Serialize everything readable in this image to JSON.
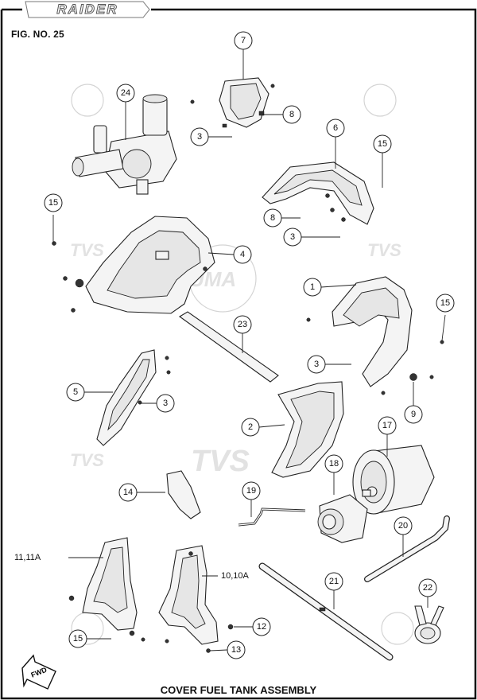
{
  "header": {
    "brand": "RAIDER",
    "figure": "FIG. NO. 25"
  },
  "footer": {
    "title": "COVER FUEL TANK ASSEMBLY",
    "direction": "FWD"
  },
  "watermarks": [
    "TVS",
    "UMA"
  ],
  "callouts": [
    {
      "id": "c7",
      "label": "7"
    },
    {
      "id": "c24",
      "label": "24"
    },
    {
      "id": "c8a",
      "label": "8"
    },
    {
      "id": "c3a",
      "label": "3"
    },
    {
      "id": "c6",
      "label": "6"
    },
    {
      "id": "c15a",
      "label": "15"
    },
    {
      "id": "c15b",
      "label": "15"
    },
    {
      "id": "c8b",
      "label": "8"
    },
    {
      "id": "c3b",
      "label": "3"
    },
    {
      "id": "c4",
      "label": "4"
    },
    {
      "id": "c1",
      "label": "1"
    },
    {
      "id": "c15c",
      "label": "15"
    },
    {
      "id": "c23",
      "label": "23"
    },
    {
      "id": "c3c",
      "label": "3"
    },
    {
      "id": "c5",
      "label": "5"
    },
    {
      "id": "c3d",
      "label": "3"
    },
    {
      "id": "c9",
      "label": "9"
    },
    {
      "id": "c2",
      "label": "2"
    },
    {
      "id": "c17",
      "label": "17"
    },
    {
      "id": "c18",
      "label": "18"
    },
    {
      "id": "c14",
      "label": "14"
    },
    {
      "id": "c19",
      "label": "19"
    },
    {
      "id": "c20",
      "label": "20"
    },
    {
      "id": "c11",
      "label": "11,11A"
    },
    {
      "id": "c10",
      "label": "10,10A"
    },
    {
      "id": "c21",
      "label": "21"
    },
    {
      "id": "c22",
      "label": "22"
    },
    {
      "id": "c12",
      "label": "12"
    },
    {
      "id": "c15d",
      "label": "15"
    },
    {
      "id": "c13",
      "label": "13"
    }
  ]
}
